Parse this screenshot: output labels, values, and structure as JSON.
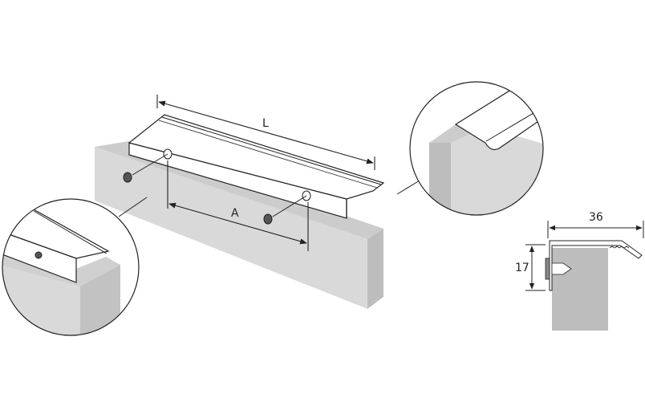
{
  "diagram": {
    "type": "technical-drawing",
    "subject": "Edge-mounted handle profile installed on a panel with two screws",
    "colors": {
      "background": "#ffffff",
      "panel_front": "#d9d9d9",
      "panel_side": "#bdbdbd",
      "panel_top": "#cfcfcf",
      "line": "#222222",
      "profile": "#ffffff"
    },
    "dimensions": {
      "length_label": "L",
      "hole_spacing_label": "A",
      "width_label": "36",
      "height_label": "17"
    },
    "callouts": [
      {
        "name": "left-detail",
        "description": "Close-up of profile corner with screw hole"
      },
      {
        "name": "right-detail",
        "description": "Close-up of profile lip over panel edge"
      }
    ],
    "cross_section": {
      "width_mm": "36",
      "height_mm": "17"
    }
  }
}
